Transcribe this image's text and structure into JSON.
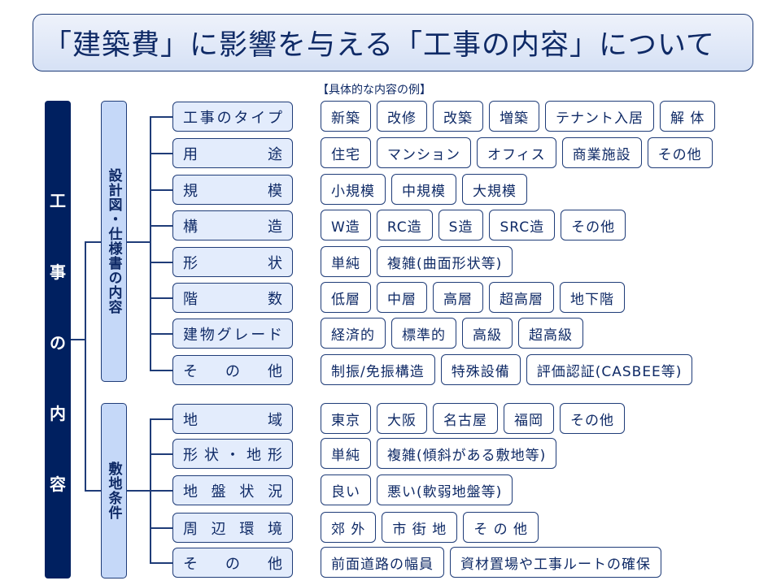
{
  "title": "「建築費」に影響を与える「工事の内容」について",
  "examples_heading": "【具体的な内容の例】",
  "main_label": [
    "工",
    "事",
    "の",
    "内",
    "容"
  ],
  "groups": [
    {
      "label": "設計図・仕様書の内容",
      "items": [
        {
          "label": "工事のタイプ",
          "tags": [
            "新築",
            "改修",
            "改築",
            "増築",
            "テナント入居",
            "解 体"
          ]
        },
        {
          "label": "用途",
          "tags": [
            "住宅",
            "マンション",
            "オフィス",
            "商業施設",
            "その他"
          ]
        },
        {
          "label": "規模",
          "tags": [
            "小規模",
            "中規模",
            "大規模"
          ]
        },
        {
          "label": "構造",
          "tags": [
            "W造",
            "RC造",
            "S造",
            "SRC造",
            "その他"
          ]
        },
        {
          "label": "形状",
          "tags": [
            "単純",
            "複雑(曲面形状等)"
          ]
        },
        {
          "label": "階数",
          "tags": [
            "低層",
            "中層",
            "高層",
            "超高層",
            "地下階"
          ]
        },
        {
          "label": "建物グレード",
          "tags": [
            "経済的",
            "標準的",
            "高級",
            "超高級"
          ]
        },
        {
          "label": "その他",
          "tags": [
            "制振/免振構造",
            "特殊設備",
            "評価認証(CASBEE等)"
          ]
        }
      ]
    },
    {
      "label": "敷地条件",
      "items": [
        {
          "label": "地域",
          "tags": [
            "東京",
            "大阪",
            "名古屋",
            "福岡",
            "その他"
          ]
        },
        {
          "label": "形状・地形",
          "tags": [
            "単純",
            "複雑(傾斜がある敷地等)"
          ]
        },
        {
          "label": "地盤状況",
          "tags": [
            "良い",
            "悪い(軟弱地盤等)"
          ]
        },
        {
          "label": "周辺環境",
          "tags": [
            "郊 外",
            "市 街 地",
            "そ の 他"
          ]
        },
        {
          "label": "その他",
          "tags": [
            "前面道路の幅員",
            "資材置場や工事ルートの確保"
          ]
        }
      ]
    }
  ]
}
